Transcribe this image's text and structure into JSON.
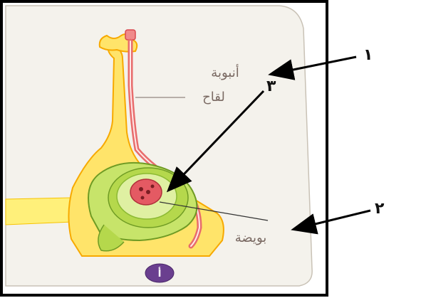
{
  "labels": {
    "pollen_tube": [
      "أنبوبة",
      "لقاح"
    ],
    "ovule": "بويضة",
    "figure_marker": "أ"
  },
  "callouts": {
    "one": "١",
    "two": "٢",
    "three": "٣"
  },
  "colors": {
    "page_bg": "#f6f4ee",
    "outer_frame": "#000000",
    "yellow_body": "#ffe46a",
    "yellow_edge": "#f7a900",
    "pink_stripe": "#e86c6c",
    "green_ovary": "#b5d84c",
    "green_dark": "#6f9b24",
    "ovum": "#e45a63",
    "badge": "#6a3f8f"
  }
}
